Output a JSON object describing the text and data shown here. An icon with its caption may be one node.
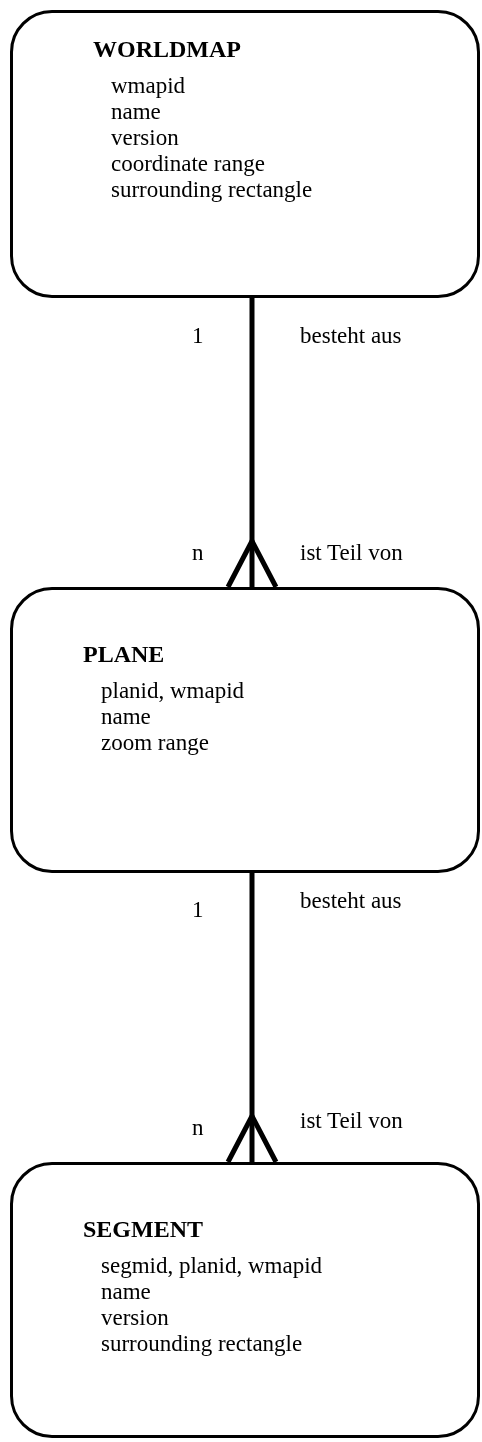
{
  "diagram": {
    "nodes": [
      {
        "text": [
          "WORLDMAP",
          "wmapid",
          "name",
          "version",
          "coordinate range",
          "surrounding rectangle"
        ]
      },
      {
        "text": [
          "PLANE",
          "planid, wmapid",
          "name",
          "zoom range"
        ]
      },
      {
        "text": [
          "SEGMENT",
          "segmid, planid, wmapid",
          "name",
          "version",
          "surrounding rectangle"
        ]
      }
    ],
    "edges": [
      {
        "from": 0,
        "to": 1,
        "arrow": "other"
      },
      {
        "from": 1,
        "to": 2,
        "arrow": "other"
      }
    ],
    "labels": [
      "1",
      "besteht aus",
      "n",
      "ist Teil von",
      "1",
      "besteht aus",
      "n",
      "ist Teil von"
    ]
  }
}
